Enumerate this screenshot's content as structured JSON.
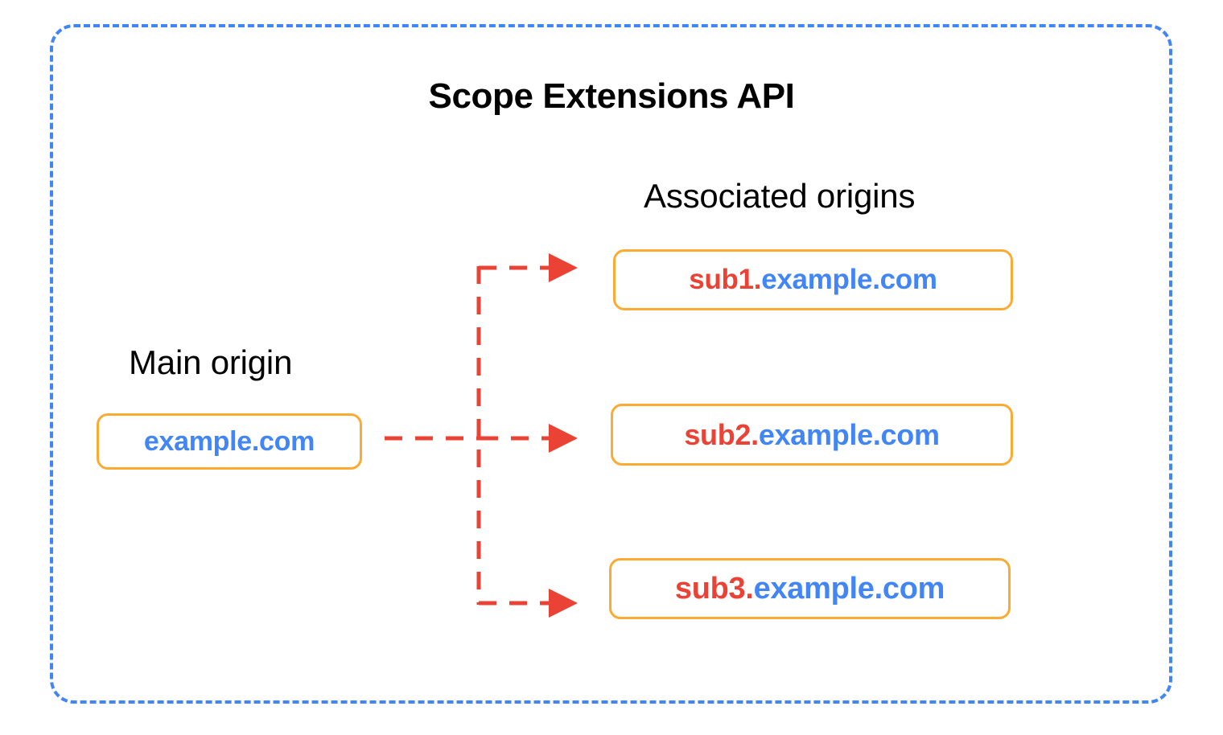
{
  "diagram": {
    "title": "Scope Extensions API",
    "frame": {
      "style": "dashed",
      "color": "#4285F4"
    },
    "main_origin": {
      "label": "Main origin",
      "box": {
        "sub_part": "",
        "separator": "",
        "domain_part": "example.com",
        "full_text": "example.com",
        "border_color": "#FBAA33",
        "domain_color": "#4285F4"
      }
    },
    "associated_origins": {
      "label": "Associated origins",
      "boxes": [
        {
          "sub_part": "sub1",
          "separator": ".",
          "domain_part": "example.com",
          "full_text": "sub1.example.com",
          "border_color": "#FBAA33",
          "sub_color": "#EA4335",
          "domain_color": "#4285F4"
        },
        {
          "sub_part": "sub2",
          "separator": ".",
          "domain_part": "example.com",
          "full_text": "sub2.example.com",
          "border_color": "#FBAA33",
          "sub_color": "#EA4335",
          "domain_color": "#4285F4"
        },
        {
          "sub_part": "sub3",
          "separator": ".",
          "domain_part": "example.com",
          "full_text": "sub3.example.com",
          "border_color": "#FBAA33",
          "sub_color": "#EA4335",
          "domain_color": "#4285F4"
        }
      ]
    },
    "connectors": {
      "style": "dashed-arrow",
      "color": "#EA4335",
      "count": 3,
      "description": "Dashed red arrows from the main origin branching to each associated origin"
    }
  }
}
